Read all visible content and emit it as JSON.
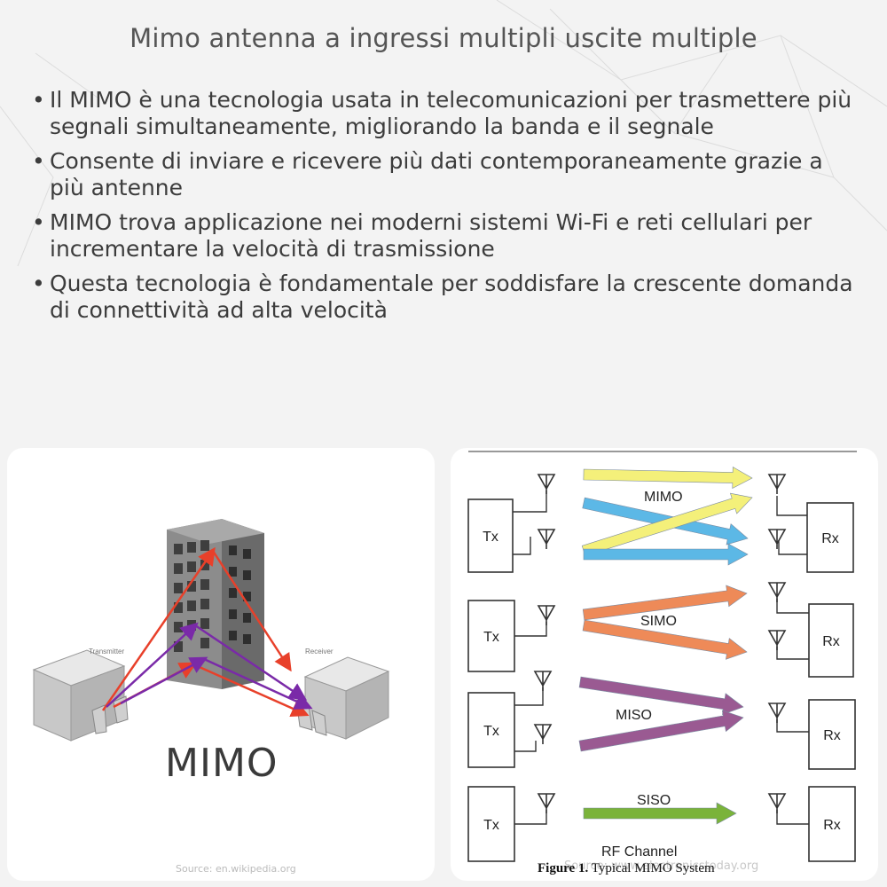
{
  "title": "Mimo antenna a ingressi multipli uscite multiple",
  "bullets": [
    "Il MIMO è una tecnologia usata in telecomunicazioni per trasmettere più segnali simultaneamente, migliorando la banda e il segnale",
    "Consente di inviare e ricevere più dati contemporaneamente grazie a più antenne",
    "MIMO trova applicazione nei moderni sistemi Wi-Fi e reti cellulari per incrementare la velocità di trasmissione",
    "Questa tecnologia è fondamentale per soddisfare la crescente domanda di connettività ad alta velocità"
  ],
  "left_image": {
    "label": "MIMO",
    "transmitter": "Transmitter",
    "receiver": "Receiver",
    "source": "Source: en.wikipedia.org"
  },
  "right_image": {
    "tx": "Tx",
    "rx": "Rx",
    "labels": [
      "MIMO",
      "SIMO",
      "MISO",
      "SISO"
    ],
    "rf_channel": "RF Channel",
    "caption_bold": "Figure 1.",
    "caption_text": " Typical MIMO System",
    "source": "Source: www.electronicstoday.org"
  },
  "colors": {
    "yellow_arrow": "#f4f07a",
    "blue_arrow": "#5cb8e6",
    "orange_arrow": "#ee8a58",
    "purple_arrow": "#9a5a92",
    "green_arrow": "#7ab33a",
    "red_ray": "#e8402a",
    "violet_ray": "#7a2aa8"
  }
}
